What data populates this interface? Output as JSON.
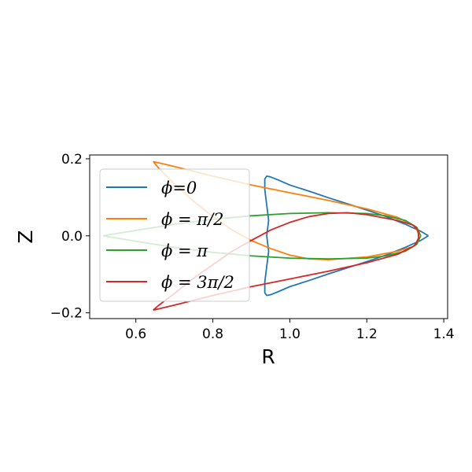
{
  "chart_data": {
    "type": "line",
    "xlabel": "R",
    "ylabel": "Z",
    "xlim": [
      0.48,
      1.41
    ],
    "ylim": [
      -0.215,
      0.21
    ],
    "xticks": [
      0.6,
      0.8,
      1.0,
      1.2,
      1.4
    ],
    "xtick_labels": [
      "0.6",
      "0.8",
      "1.0",
      "1.2",
      "1.4"
    ],
    "yticks": [
      0.2,
      0.0,
      -0.2
    ],
    "ytick_labels": [
      "0.2",
      "0.0",
      "−0.2"
    ],
    "grid": false,
    "legend_position": "upper-left",
    "series": [
      {
        "name": "ϕ=0",
        "color": "#1f77b4",
        "points": [
          [
            1.36,
            0.0
          ],
          [
            1.34,
            0.012
          ],
          [
            1.3,
            0.03
          ],
          [
            1.25,
            0.05
          ],
          [
            1.2,
            0.067
          ],
          [
            1.15,
            0.083
          ],
          [
            1.1,
            0.099
          ],
          [
            1.05,
            0.116
          ],
          [
            1.0,
            0.132
          ],
          [
            0.97,
            0.145
          ],
          [
            0.95,
            0.153
          ],
          [
            0.94,
            0.155
          ],
          [
            0.935,
            0.148
          ],
          [
            0.935,
            0.12
          ],
          [
            0.94,
            0.08
          ],
          [
            0.945,
            0.04
          ],
          [
            0.94,
            0.0
          ],
          [
            0.945,
            -0.04
          ],
          [
            0.94,
            -0.08
          ],
          [
            0.935,
            -0.12
          ],
          [
            0.935,
            -0.148
          ],
          [
            0.94,
            -0.155
          ],
          [
            0.95,
            -0.153
          ],
          [
            0.97,
            -0.145
          ],
          [
            1.0,
            -0.132
          ],
          [
            1.05,
            -0.116
          ],
          [
            1.1,
            -0.099
          ],
          [
            1.15,
            -0.083
          ],
          [
            1.2,
            -0.067
          ],
          [
            1.25,
            -0.05
          ],
          [
            1.3,
            -0.03
          ],
          [
            1.34,
            -0.012
          ],
          [
            1.36,
            0.0
          ]
        ]
      },
      {
        "name": "ϕ = π/2",
        "color": "#ff7f0e",
        "points": [
          [
            0.645,
            0.193
          ],
          [
            0.7,
            0.18
          ],
          [
            0.8,
            0.155
          ],
          [
            0.9,
            0.132
          ],
          [
            1.0,
            0.112
          ],
          [
            1.1,
            0.092
          ],
          [
            1.2,
            0.07
          ],
          [
            1.28,
            0.048
          ],
          [
            1.325,
            0.025
          ],
          [
            1.335,
            0.005
          ],
          [
            1.333,
            -0.015
          ],
          [
            1.32,
            -0.028
          ],
          [
            1.28,
            -0.04
          ],
          [
            1.2,
            -0.055
          ],
          [
            1.1,
            -0.062
          ],
          [
            1.05,
            -0.06
          ],
          [
            1.0,
            -0.05
          ],
          [
            0.95,
            -0.033
          ],
          [
            0.9,
            -0.012
          ],
          [
            0.85,
            0.015
          ],
          [
            0.8,
            0.05
          ],
          [
            0.75,
            0.09
          ],
          [
            0.7,
            0.135
          ],
          [
            0.66,
            0.175
          ],
          [
            0.645,
            0.193
          ]
        ]
      },
      {
        "name": "ϕ = π",
        "color": "#2ca02c",
        "points": [
          [
            0.515,
            0.0
          ],
          [
            0.6,
            0.014
          ],
          [
            0.7,
            0.03
          ],
          [
            0.8,
            0.043
          ],
          [
            0.9,
            0.052
          ],
          [
            1.0,
            0.058
          ],
          [
            1.1,
            0.06
          ],
          [
            1.2,
            0.058
          ],
          [
            1.25,
            0.052
          ],
          [
            1.3,
            0.04
          ],
          [
            1.33,
            0.022
          ],
          [
            1.34,
            0.0
          ],
          [
            1.33,
            -0.022
          ],
          [
            1.3,
            -0.04
          ],
          [
            1.25,
            -0.052
          ],
          [
            1.2,
            -0.058
          ],
          [
            1.1,
            -0.06
          ],
          [
            1.0,
            -0.058
          ],
          [
            0.9,
            -0.052
          ],
          [
            0.8,
            -0.043
          ],
          [
            0.7,
            -0.03
          ],
          [
            0.6,
            -0.014
          ],
          [
            0.515,
            0.0
          ]
        ]
      },
      {
        "name": "ϕ = 3π/2",
        "color": "#d62728",
        "points": [
          [
            0.645,
            -0.193
          ],
          [
            0.7,
            -0.18
          ],
          [
            0.8,
            -0.155
          ],
          [
            0.9,
            -0.132
          ],
          [
            1.0,
            -0.112
          ],
          [
            1.1,
            -0.092
          ],
          [
            1.2,
            -0.07
          ],
          [
            1.28,
            -0.048
          ],
          [
            1.325,
            -0.025
          ],
          [
            1.335,
            -0.005
          ],
          [
            1.333,
            0.015
          ],
          [
            1.32,
            0.028
          ],
          [
            1.28,
            0.04
          ],
          [
            1.2,
            0.055
          ],
          [
            1.15,
            0.06
          ],
          [
            1.1,
            0.058
          ],
          [
            1.05,
            0.05
          ],
          [
            1.0,
            0.035
          ],
          [
            0.95,
            0.015
          ],
          [
            0.9,
            -0.012
          ],
          [
            0.85,
            -0.04
          ],
          [
            0.8,
            -0.075
          ],
          [
            0.75,
            -0.11
          ],
          [
            0.7,
            -0.15
          ],
          [
            0.66,
            -0.18
          ],
          [
            0.645,
            -0.193
          ]
        ]
      }
    ]
  }
}
